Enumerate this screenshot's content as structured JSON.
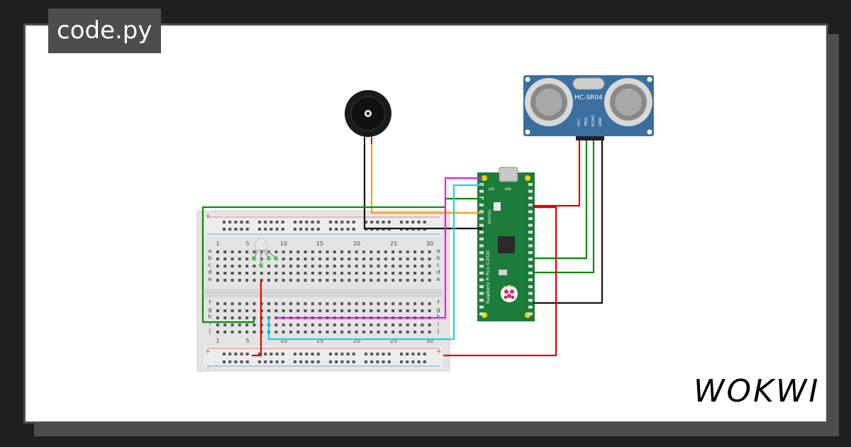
{
  "file_tab": {
    "label": "code.py"
  },
  "brand": {
    "logo_text": "WOKWI"
  },
  "sensor": {
    "label": "HC-SR04",
    "pins": [
      "VCC",
      "TRIG",
      "ECHO",
      "GND"
    ]
  },
  "pico": {
    "led_label": "LED",
    "usb_label": "USB",
    "bootsel_label": "BOOTSEL",
    "board_label": "Raspberry Pi Pico ©2020"
  },
  "breadboard": {
    "col_labels": [
      "1",
      "5",
      "10",
      "15",
      "20",
      "25",
      "30"
    ],
    "row_labels_top": [
      "a",
      "b",
      "c",
      "d",
      "e"
    ],
    "row_labels_bottom": [
      "f",
      "g",
      "h",
      "i",
      "j"
    ],
    "rail_plus": "+",
    "rail_minus": "-"
  },
  "colors": {
    "background": "#1e1e1e",
    "card": "#ffffff",
    "tab": "#4d4d4d",
    "pico_green": "#1c7c3c",
    "sensor_blue": "#3a6fa0",
    "wire_red": "#e00000",
    "wire_green": "#0a8a0a",
    "wire_black": "#111111",
    "wire_orange": "#f0a020",
    "wire_magenta": "#e020e0",
    "wire_cyan": "#20d0e8"
  }
}
